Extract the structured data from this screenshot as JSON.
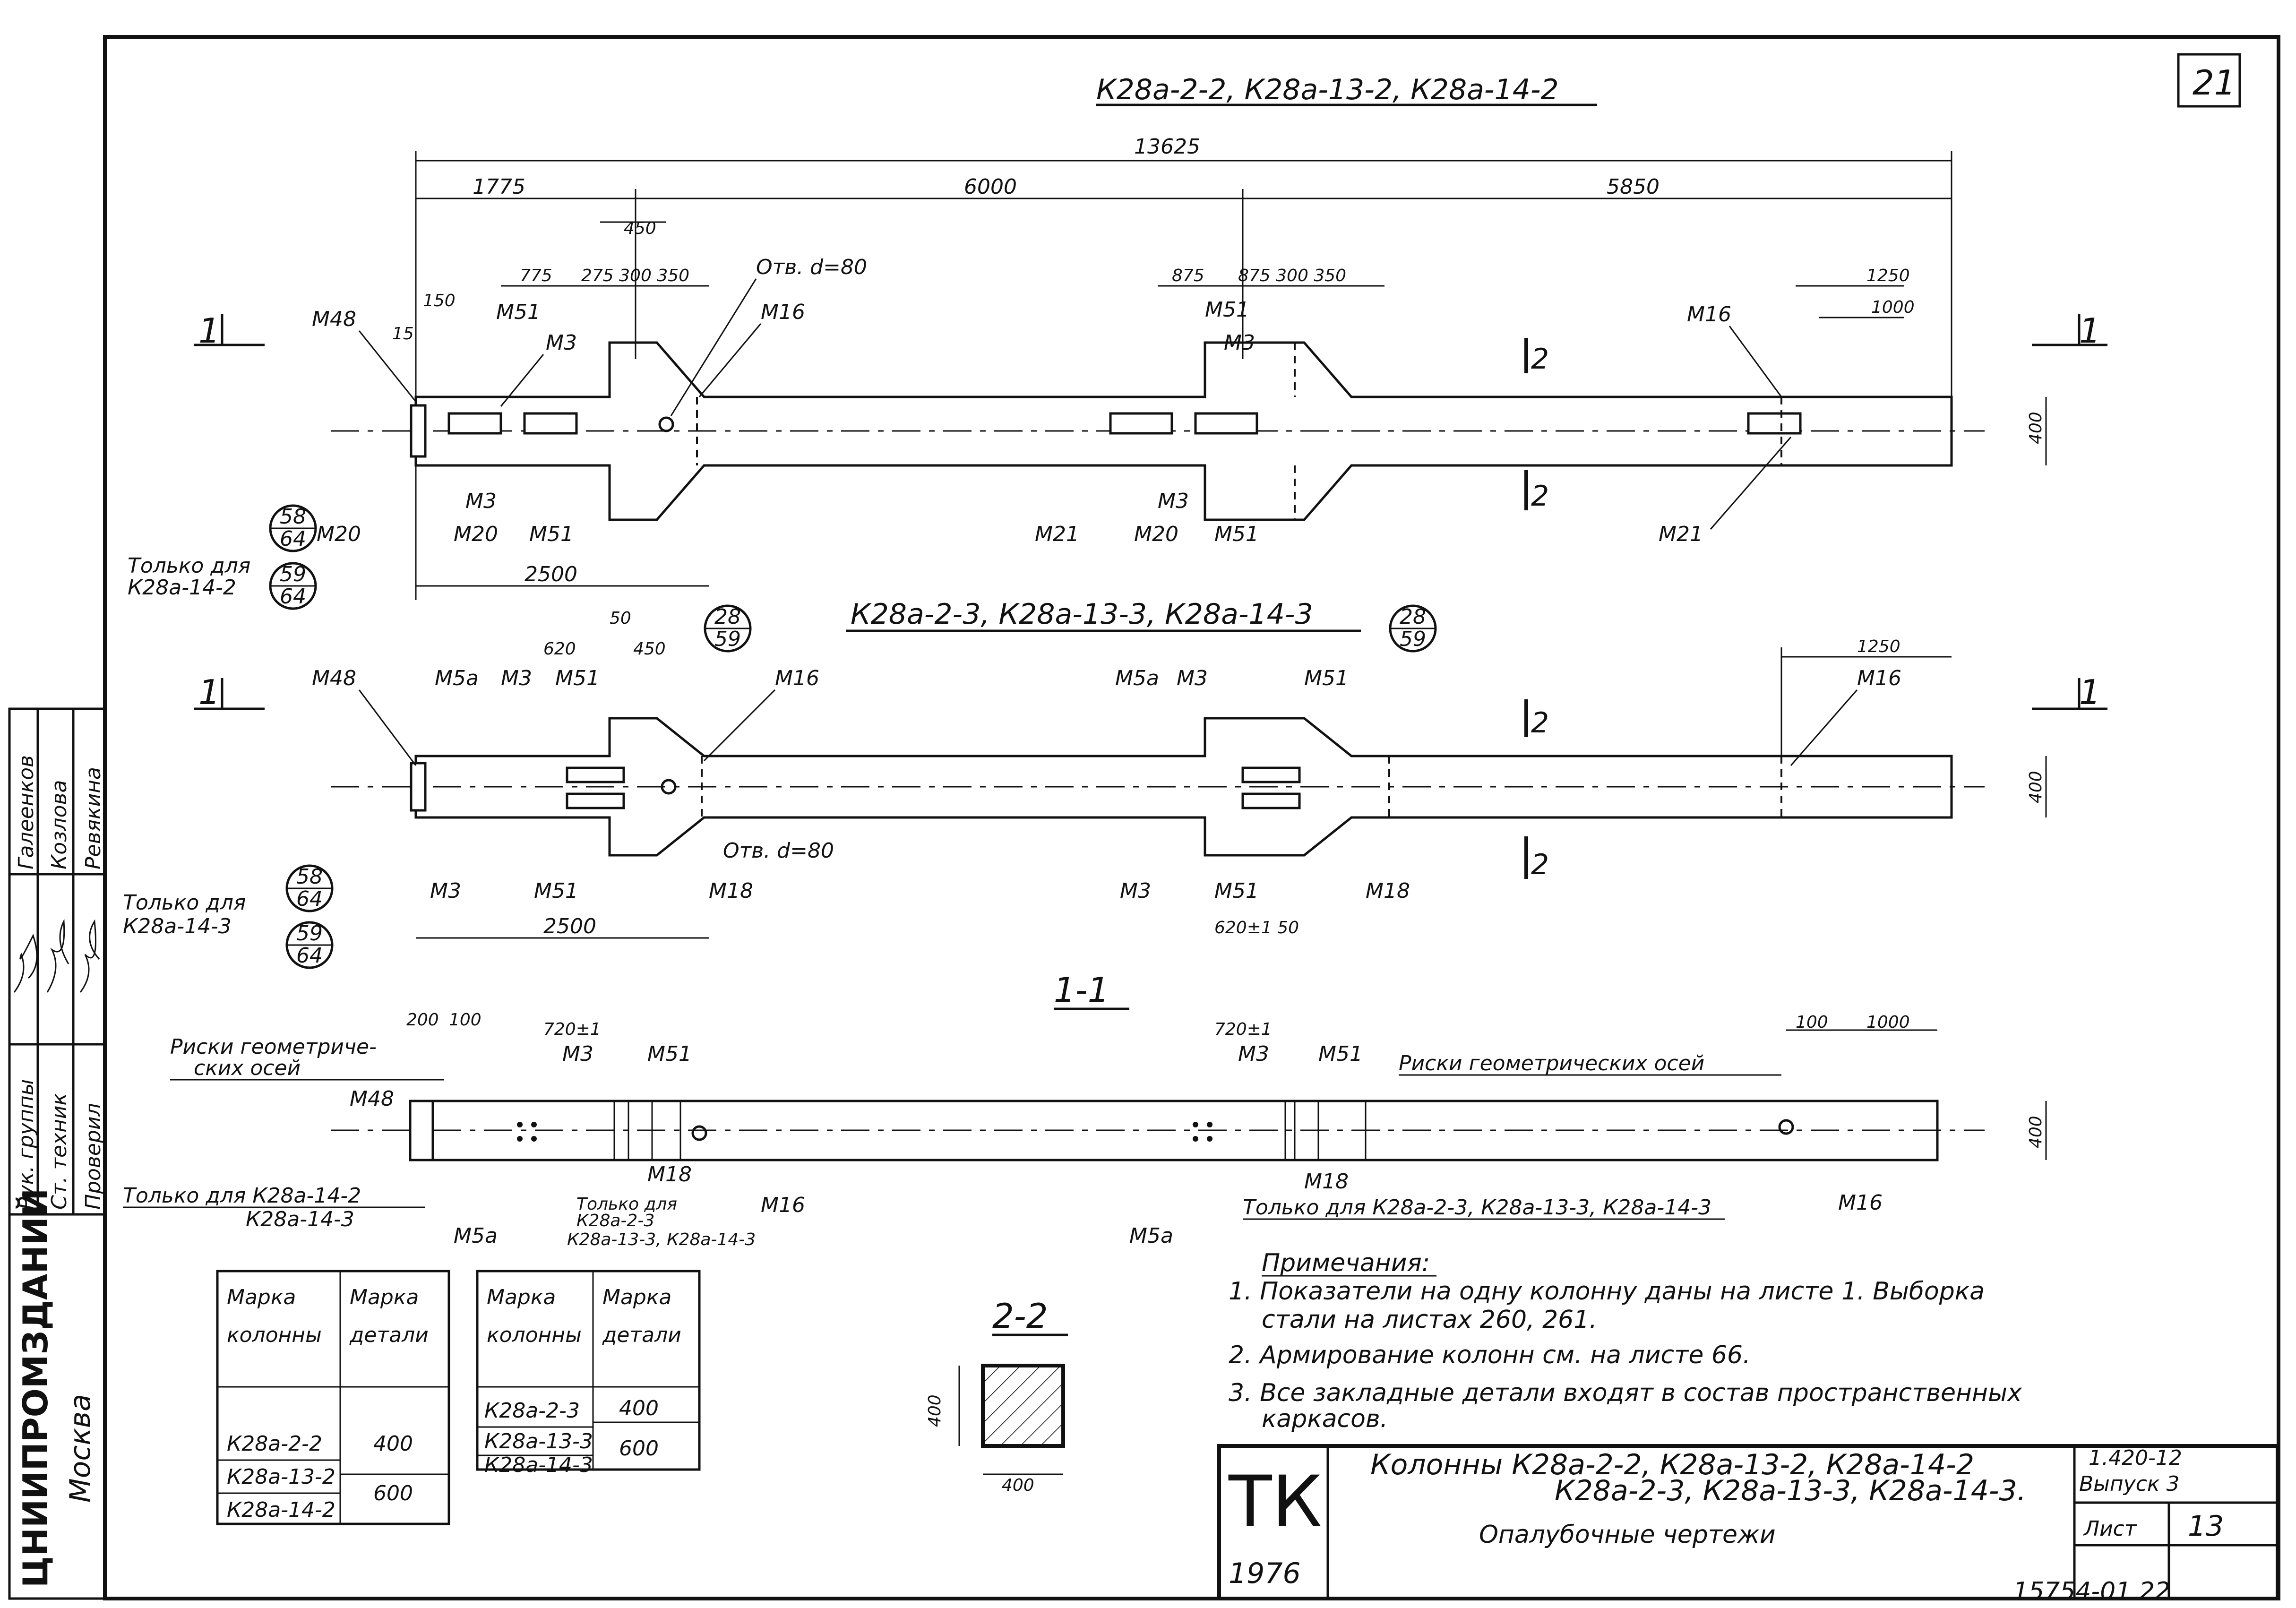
{
  "sheet": {
    "number": "21"
  },
  "stamp": {
    "rows": [
      {
        "role": "Рук. группы",
        "name": "Галеенков"
      },
      {
        "role": "Ст. техник",
        "name": "Козлова"
      },
      {
        "role": "Проверил",
        "name": "Ревякина"
      }
    ],
    "organization": "ЦНИИПРОМЗДАНИЙ",
    "city": "Москва"
  },
  "views": [
    {
      "title": "К28а-2-2, К28а-13-2, К28а-14-2",
      "dims": {
        "overall": "13625",
        "d1775": "1775",
        "d6000": "6000",
        "d5850": "5850",
        "d450": "450",
        "d775": "775",
        "d275_300_350": "275 300 350",
        "d875": "875",
        "d875_300_350": "875 300 350",
        "d1250": "1250",
        "d1000": "1000",
        "d150": "150",
        "d15": "15",
        "d400": "400",
        "d2500": "2500"
      },
      "section_mark_1": "1",
      "section_mark_2": "2",
      "labels": {
        "m48": "М48",
        "m51": "М51",
        "m3": "М3",
        "m16": "М16",
        "m20": "М20",
        "m21": "М21",
        "hole": "Отв. d=80"
      },
      "bubbles": {
        "a_top": "58",
        "a_bottom": "64",
        "b_top": "59",
        "b_bottom": "64"
      },
      "only_for_line1": "Только для",
      "only_for_line2": "К28а-14-2"
    },
    {
      "title": "К28а-2-3, К28а-13-3, К28а-14-3",
      "bubble_top": "28",
      "bubble_bottom": "59",
      "dims": {
        "d400": "400",
        "d2500": "2500",
        "d1250": "1250",
        "d620": "620",
        "d450": "450",
        "d50": "50",
        "d620_50": "620±1 50"
      },
      "section_mark_1": "1",
      "section_mark_2": "2",
      "labels": {
        "m48": "М48",
        "m5a": "М5а",
        "m3": "М3",
        "m51": "М51",
        "m16": "М16",
        "m18": "М18",
        "hole": "Отв. d=80"
      },
      "bubbles": {
        "a_top": "58",
        "a_bottom": "64",
        "b_top": "59",
        "b_bottom": "64"
      },
      "only_for_line1": "Только для",
      "only_for_line2": "К28а-14-3"
    }
  ],
  "section_11": {
    "title": "1-1",
    "dims": {
      "d400": "400",
      "d200": "200",
      "d100": "100",
      "d720": "720±1",
      "d1000": "1000"
    },
    "axes_marks_left_1": "Риски геометриче-",
    "axes_marks_left_2": "ских осей",
    "axes_marks_right": "Риски геометрических осей",
    "labels": {
      "m48": "М48",
      "m3": "М3",
      "m51": "М51",
      "m18": "М18",
      "m16": "М16",
      "m5a": "М5а"
    },
    "only_for_left_line1": "Только для К28а-14-2",
    "only_for_left_line2": "К28а-14-3",
    "only_for_mid_line1": "Только для",
    "only_for_mid_line2": "К28а-2-3",
    "only_for_mid_line3": "К28а-13-3, К28а-14-3",
    "only_for_right": "Только для К28а-2-3, К28а-13-3, К28а-14-3"
  },
  "section_22": {
    "title": "2-2",
    "dims": {
      "d400": "400"
    }
  },
  "tables": [
    {
      "header": [
        {
          "line1": "Марка",
          "line2": "колонны"
        },
        {
          "line1": "Марка",
          "line2": "детали"
        }
      ],
      "rows": [
        [
          "К28а-2-2",
          "400"
        ],
        [
          "К28а-13-2",
          "600"
        ],
        [
          "К28а-14-2",
          "600"
        ]
      ]
    },
    {
      "header": [
        {
          "line1": "Марка",
          "line2": "колонны"
        },
        {
          "line1": "Марка",
          "line2": "детали"
        }
      ],
      "rows": [
        [
          "К28а-2-3",
          "400"
        ],
        [
          "К28а-13-3",
          "600"
        ],
        [
          "К28а-14-3",
          "600"
        ]
      ]
    }
  ],
  "notes": {
    "heading": "Примечания:",
    "items": [
      {
        "line1": "1. Показатели на одну колонну даны на листе 1. Выборка",
        "line2": "стали на листах 260, 261."
      },
      {
        "line1": "2. Армирование колонн см. на листе 66."
      },
      {
        "line1": "3. Все закладные детали входят в состав пространственных",
        "line2": "каркасов."
      }
    ]
  },
  "title_block": {
    "code": "ТК",
    "year": "1976",
    "title_line1": "Колонны К28а-2-2, К28а-13-2, К28а-14-2",
    "title_line2": "К28а-2-3, К28а-13-3, К28а-14-3.",
    "subtitle": "Опалубочные чертежи",
    "series": "1.420-12",
    "issue": "Выпуск 3",
    "sheet_label": "Лист",
    "sheet_value": "13",
    "archive_number": "15754-01  22"
  }
}
